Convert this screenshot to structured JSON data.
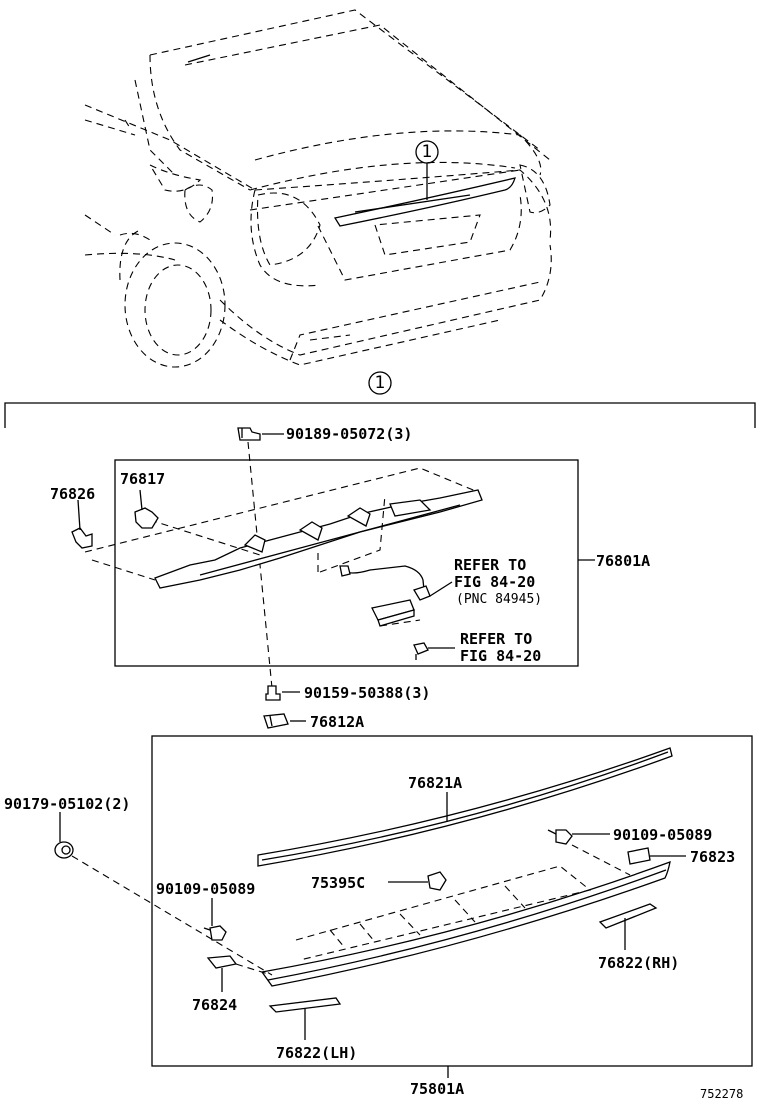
{
  "callout": "1",
  "labels": {
    "p90189": "90189-05072(3)",
    "p76826": "76826",
    "p76817": "76817",
    "p76801A": "76801A",
    "refer1_line1": "REFER TO",
    "refer1_line2": "FIG 84-20",
    "refer1_line3": "(PNC 84945)",
    "refer2_line1": "REFER TO",
    "refer2_line2": "FIG 84-20",
    "p90159": "90159-50388(3)",
    "p76812A": "76812A",
    "p90179": "90179-05102(2)",
    "p76821A": "76821A",
    "p90109_right": "90109-05089",
    "p76823": "76823",
    "p75395C": "75395C",
    "p90109_left": "90109-05089",
    "p76822RH": "76822(RH)",
    "p76824": "76824",
    "p76822LH": "76822(LH)",
    "p75801A": "75801A"
  },
  "figure_id": "752278"
}
